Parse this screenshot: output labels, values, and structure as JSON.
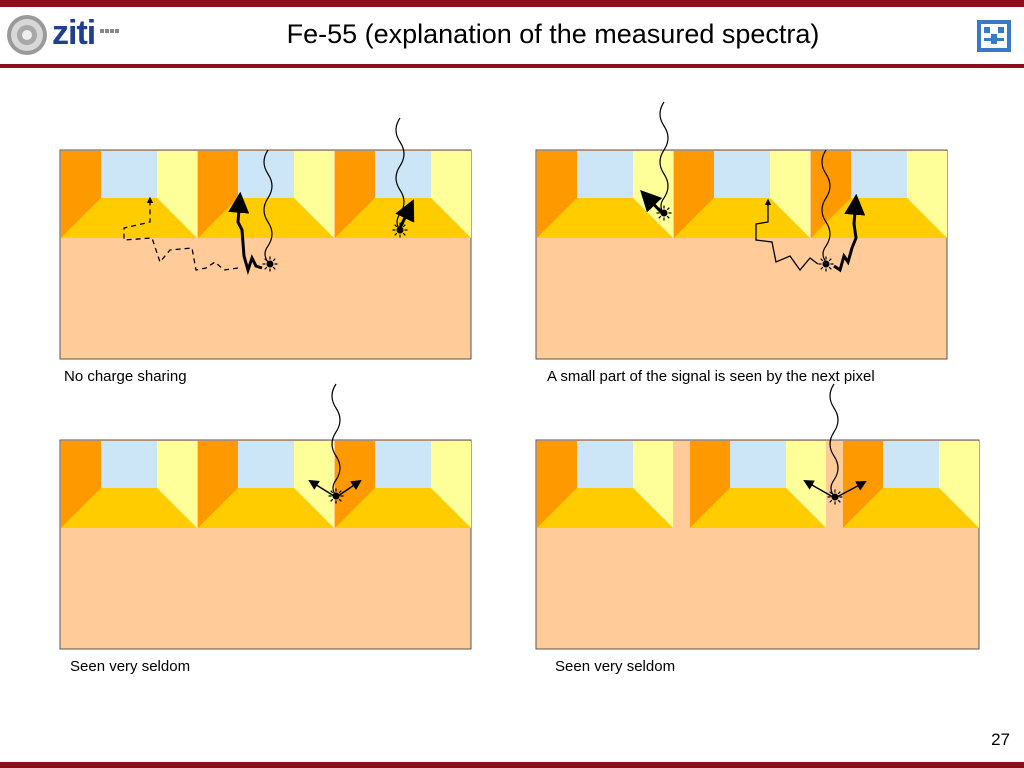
{
  "header": {
    "title": "Fe-55 (explanation of the measured spectra)",
    "logo_text": "ziti"
  },
  "footer": {
    "page_number": "27"
  },
  "panels": [
    {
      "caption": "No charge sharing"
    },
    {
      "caption": "A small part of the signal is seen by the next pixel"
    },
    {
      "caption": "Seen very seldom"
    },
    {
      "caption": "Seen very seldom"
    }
  ],
  "colors": {
    "brand_bar": "#8b0f1c",
    "orange": "#ff9900",
    "light_blue": "#cce6f8",
    "light_yellow": "#ffff99",
    "gold": "#ffcc00",
    "substrate": "#ffcc99"
  }
}
